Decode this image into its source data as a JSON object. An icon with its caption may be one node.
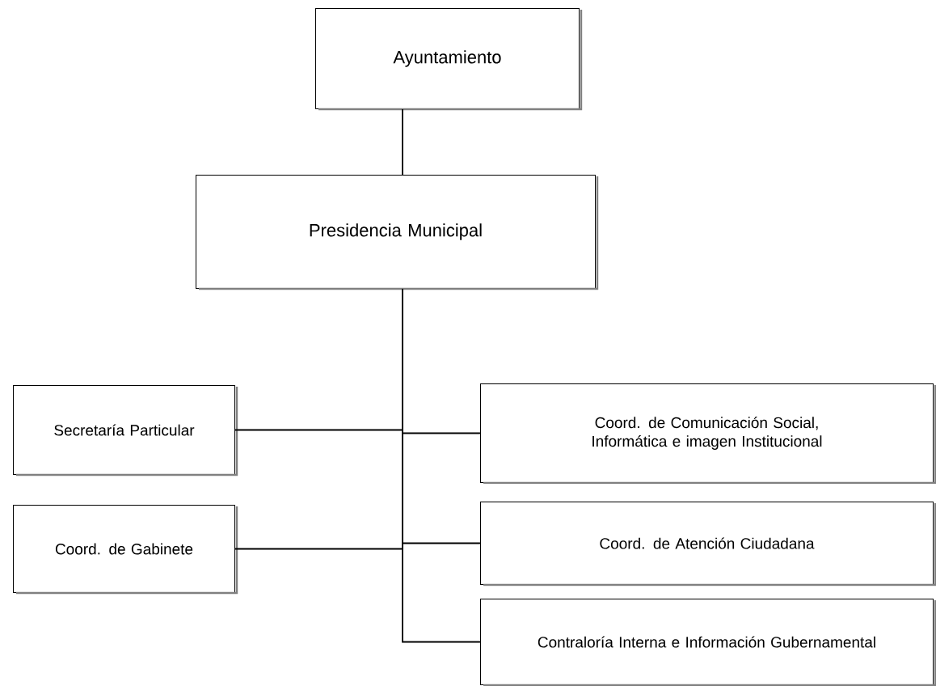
{
  "diagram": {
    "nodes": [
      {
        "text": [
          "Ayuntamiento"
        ]
      },
      {
        "text": [
          "Presidencia Municipal"
        ]
      },
      {
        "text": [
          "Secretaría Particular"
        ]
      },
      {
        "text": [
          "Coord. de Comunicación Social, Informática e imagen Institucional"
        ]
      },
      {
        "text": [
          "Coord. de Gabinete"
        ]
      },
      {
        "text": [
          "Coord. de Atención Ciudadana"
        ]
      },
      {
        "text": [
          "Contraloría Interna e Información Gubernamental"
        ]
      }
    ],
    "edges": [
      {
        "from": 0,
        "to": 1,
        "arrow": "none"
      },
      {
        "from": 1,
        "to": 2,
        "arrow": "none"
      },
      {
        "from": 1,
        "to": 3,
        "arrow": "none"
      },
      {
        "from": 1,
        "to": 4,
        "arrow": "none"
      },
      {
        "from": 1,
        "to": 5,
        "arrow": "none"
      },
      {
        "from": 1,
        "to": 6,
        "arrow": "none"
      }
    ]
  }
}
